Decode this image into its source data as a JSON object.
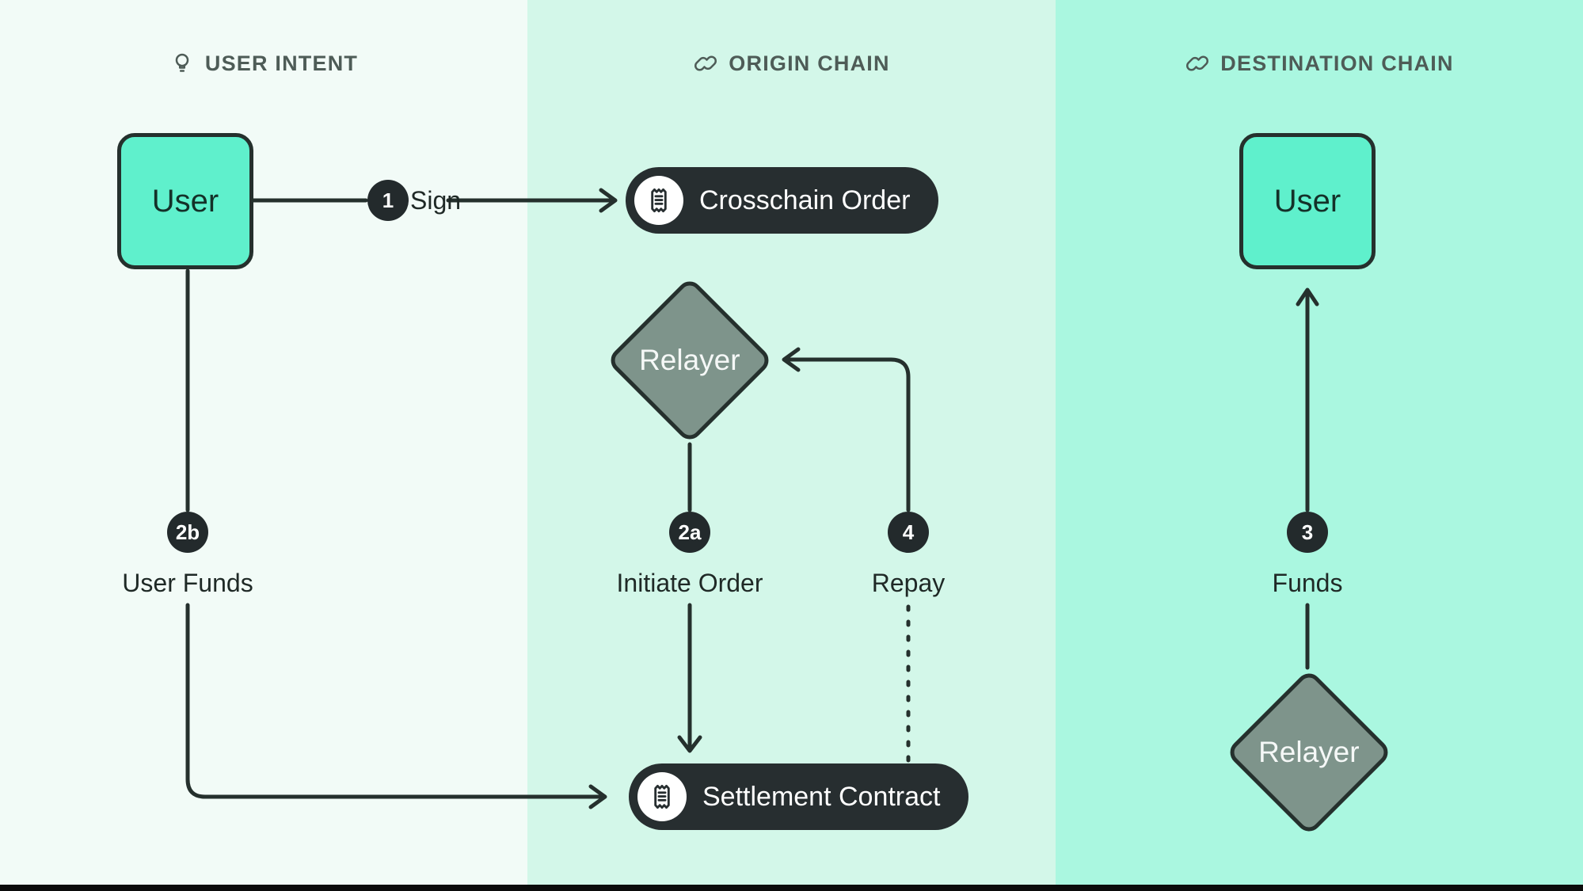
{
  "columns": [
    {
      "id": "user-intent",
      "label": "USER INTENT",
      "icon": "lightbulb-icon"
    },
    {
      "id": "origin-chain",
      "label": "ORIGIN CHAIN",
      "icon": "chain-link-icon"
    },
    {
      "id": "destination-chain",
      "label": "DESTINATION CHAIN",
      "icon": "chain-link-icon"
    }
  ],
  "nodes": {
    "user_left": "User",
    "user_right": "User",
    "relayer_origin": "Relayer",
    "relayer_destination": "Relayer",
    "crosschain_order": "Crosschain Order",
    "settlement_contract": "Settlement Contract"
  },
  "steps": {
    "step1": {
      "badge": "1",
      "label": "Sign"
    },
    "step2a": {
      "badge": "2a",
      "label": "Initiate Order"
    },
    "step2b": {
      "badge": "2b",
      "label": "User Funds"
    },
    "step3": {
      "badge": "3",
      "label": "Funds"
    },
    "step4": {
      "badge": "4",
      "label": "Repay"
    }
  },
  "colors": {
    "col_user_intent_bg": "#f2fbf7",
    "col_origin_bg": "#d3f7e9",
    "col_destination_bg": "#aaf7e0",
    "node_teal": "#5ff0cc",
    "node_gray": "#7e948b",
    "dark": "#25302d",
    "pill_bg": "#272e30",
    "badge_bg": "#232a2c",
    "header_text": "#4e5c57",
    "label_text": "#1f2926",
    "white": "#ffffff",
    "bottom_bar": "#0b0b0b"
  }
}
